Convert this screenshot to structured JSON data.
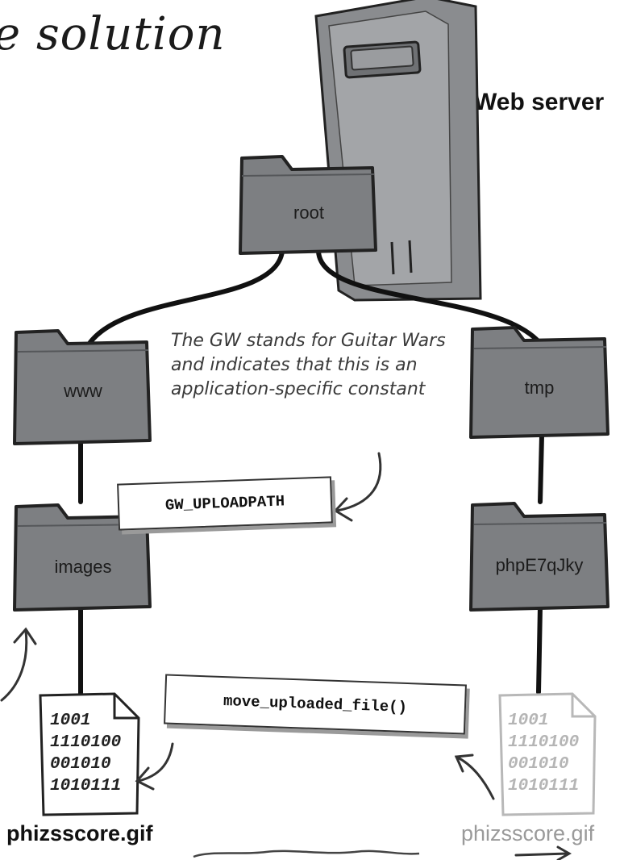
{
  "heading": "e solution",
  "server_label": "Web server",
  "folders": {
    "root": "root",
    "www": "www",
    "tmp": "tmp",
    "images": "images",
    "phpE7qJky": "phpE7qJky"
  },
  "note": "The GW stands for Guitar Wars and indicates that this is an application-specific constant",
  "cards": {
    "upload_path": "GW_UPLOADPATH",
    "move_function": "move_uploaded_file()"
  },
  "files": {
    "saved_name": "phizsscore.gif",
    "temp_name": "phizsscore.gif",
    "binary_lines": [
      "1001",
      "1110100",
      "001010",
      "1010111"
    ]
  },
  "colors": {
    "folder_fill": "#7d7f82",
    "folder_dark": "#55575a",
    "server_fill": "#8a8c8f",
    "ink": "#1b1b1b"
  }
}
